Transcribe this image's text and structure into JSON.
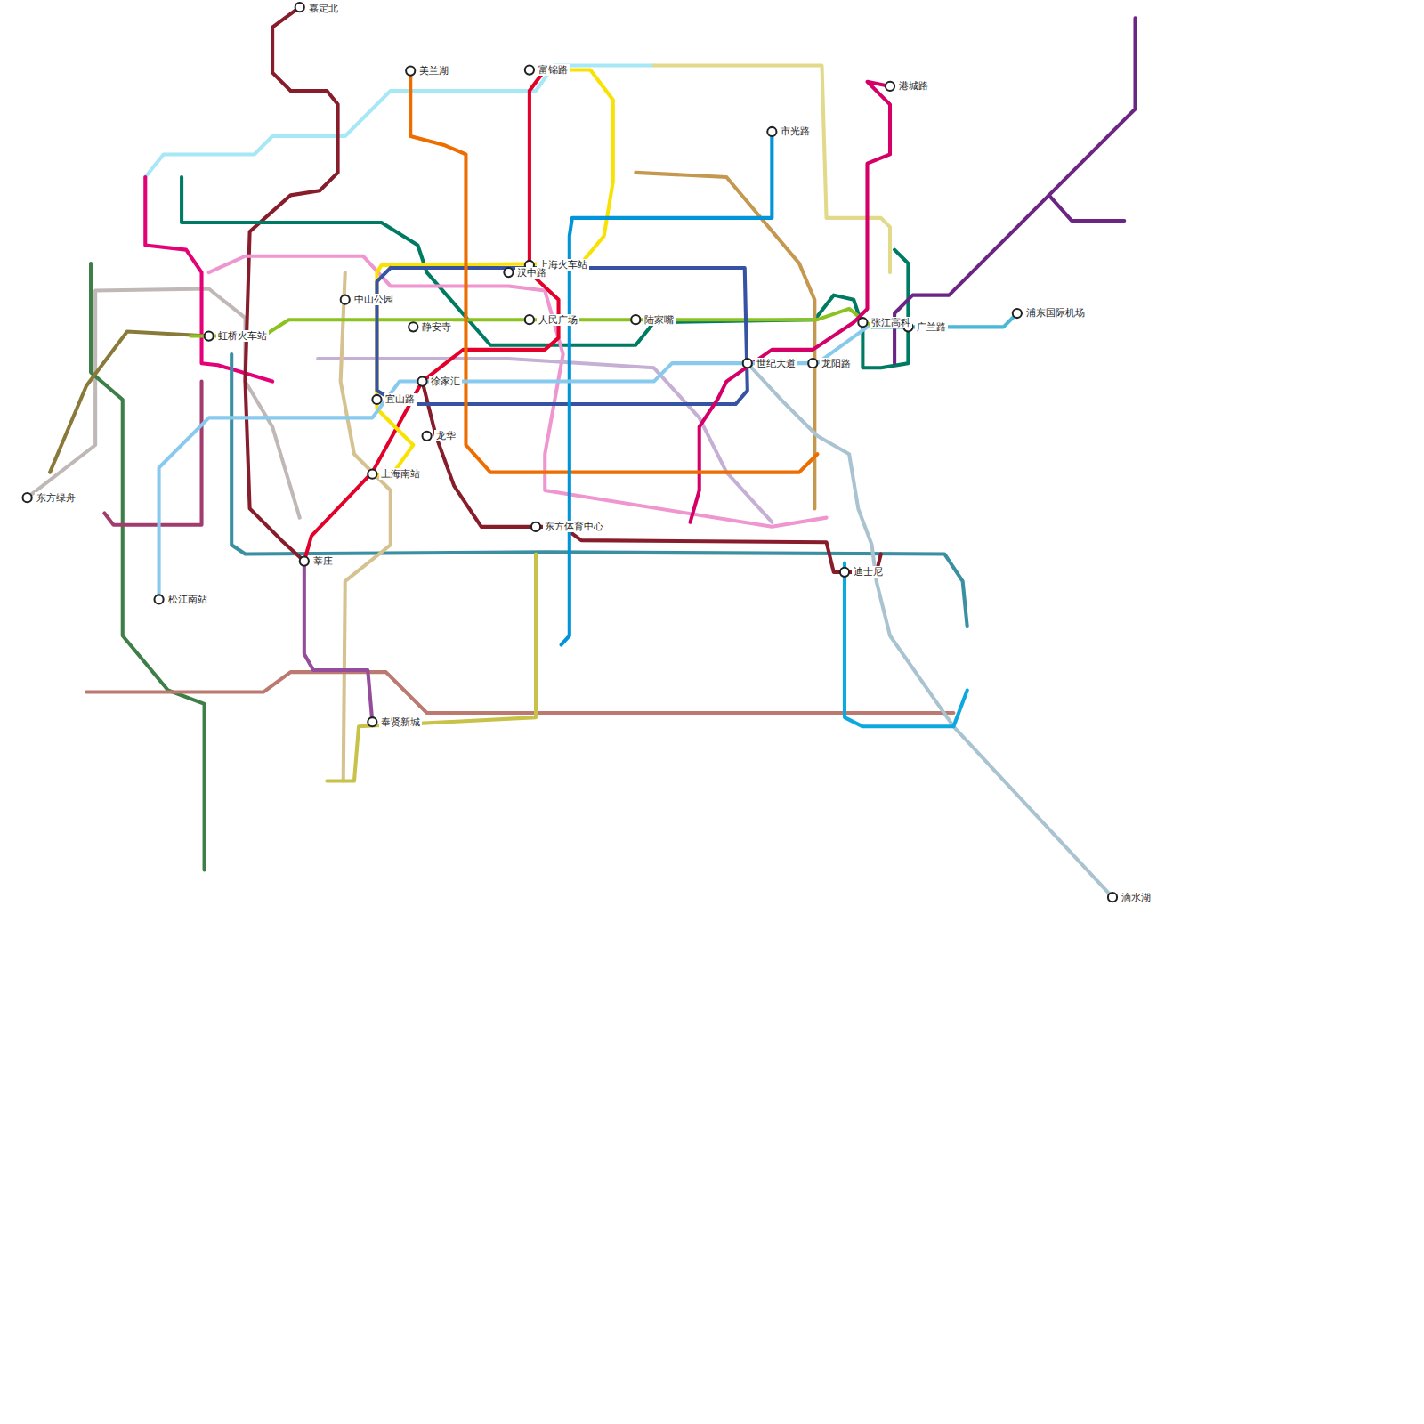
{
  "diagram": {
    "labels": [
      "富锦路",
      "美兰湖",
      "上海火车站",
      "人民广场",
      "陆家嘴",
      "世纪大道",
      "龙阳路",
      "徐家汇",
      "静安寺",
      "中山公园",
      "汉中路",
      "上海南站",
      "龙华",
      "莘庄",
      "东方体育中心",
      "虹桥火车站",
      "松江南站",
      "奉贤新城",
      "东方绿舟",
      "迪士尼",
      "滴水湖",
      "浦东国际机场",
      "张江高科",
      "广兰路",
      "市光路",
      "港城路",
      "嘉定北",
      "宜山路"
    ]
  }
}
